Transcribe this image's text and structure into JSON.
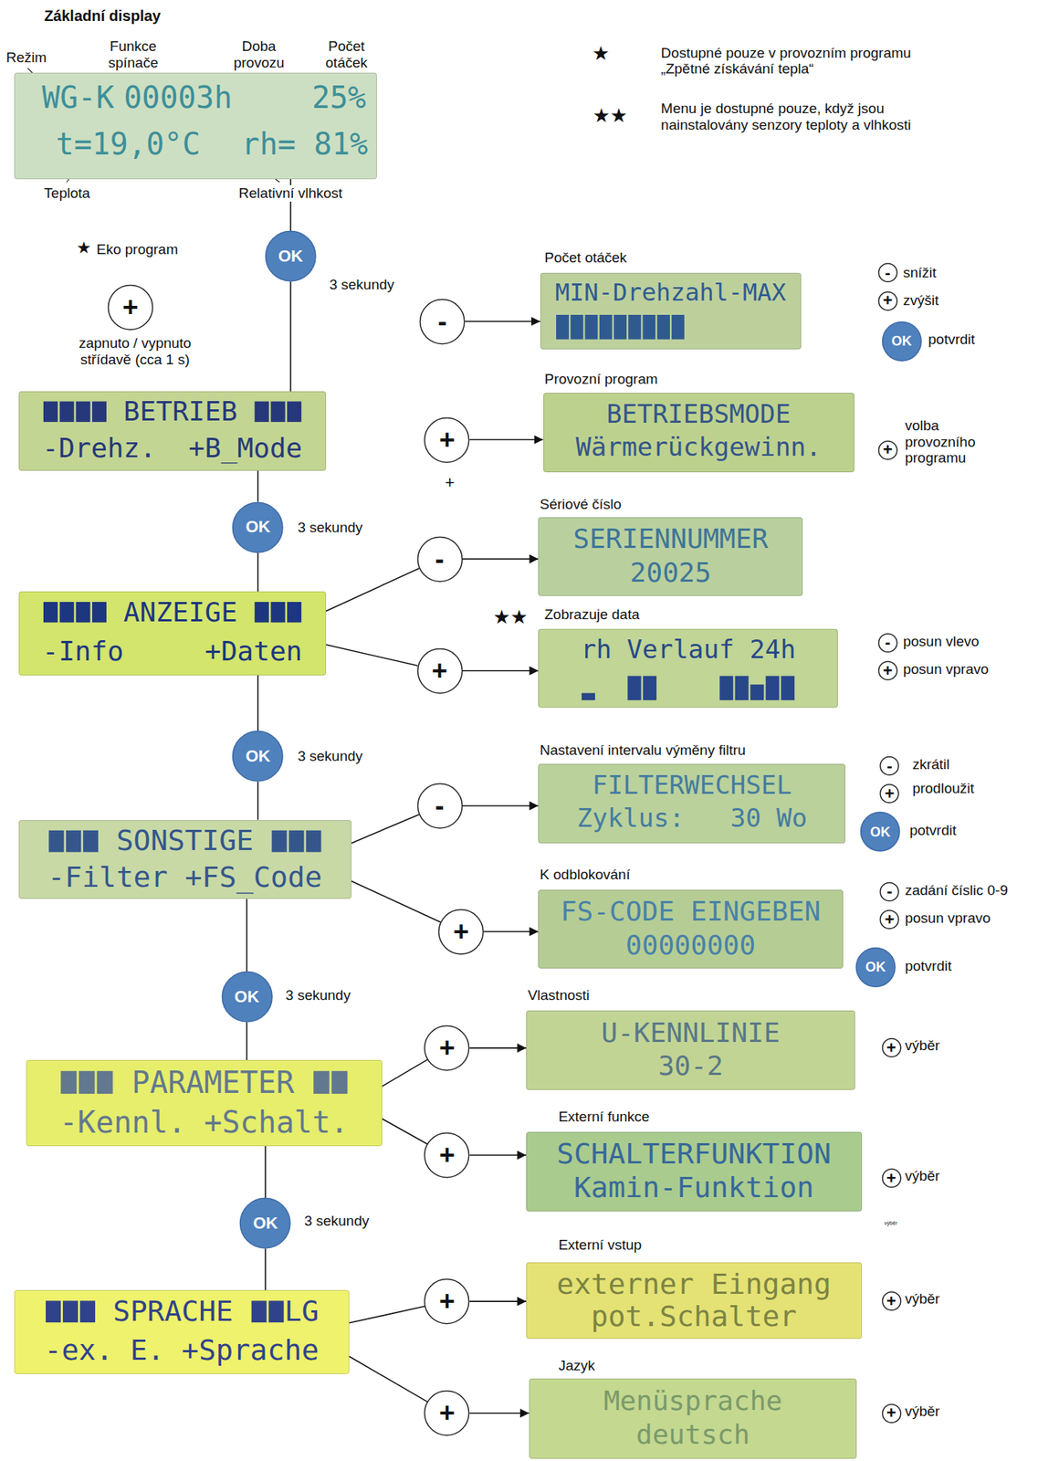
{
  "diagram": {
    "title": "Základní display",
    "nodes": [
      {
        "text": [
          "WG-K",
          "00003h",
          "25%",
          "t=19,0°C",
          "rh= 81%"
        ]
      },
      {
        "text": [
          "OK"
        ]
      },
      {
        "text": [
          "+"
        ]
      },
      {
        "text": [
          "-"
        ]
      },
      {
        "text": [
          "MIN-Drehzahl-MAX"
        ]
      },
      {
        "text": [
          "-"
        ]
      },
      {
        "text": [
          "+"
        ]
      },
      {
        "text": [
          "OK"
        ]
      },
      {
        "text": [
          "BETRIEB",
          "-Drehz.",
          "+B_Mode"
        ]
      },
      {
        "text": [
          "+"
        ]
      },
      {
        "text": [
          "BETRIEBSMODE",
          "Wärmerückgewinn."
        ]
      },
      {
        "text": [
          "+"
        ]
      },
      {
        "text": [
          "OK"
        ]
      },
      {
        "text": [
          "-"
        ]
      },
      {
        "text": [
          "SERIENNUMMER",
          "20025"
        ]
      },
      {
        "text": [
          "ANZEIGE",
          "-Info",
          "+Daten"
        ]
      },
      {
        "text": [
          "+"
        ]
      },
      {
        "text": [
          "rh Verlauf 24h"
        ]
      },
      {
        "text": [
          "-"
        ]
      },
      {
        "text": [
          "+"
        ]
      },
      {
        "text": [
          "OK"
        ]
      },
      {
        "text": [
          "-"
        ]
      },
      {
        "text": [
          "FILTERWECHSEL",
          "Zyklus:   30 Wo"
        ]
      },
      {
        "text": [
          "-"
        ]
      },
      {
        "text": [
          "+"
        ]
      },
      {
        "text": [
          "OK"
        ]
      },
      {
        "text": [
          "SONSTIGE",
          "-Filter",
          "+FS_Code"
        ]
      },
      {
        "text": [
          "+"
        ]
      },
      {
        "text": [
          "FS-CODE EINGEBEN",
          "00000000"
        ]
      },
      {
        "text": [
          "-"
        ]
      },
      {
        "text": [
          "+"
        ]
      },
      {
        "text": [
          "OK"
        ]
      },
      {
        "text": [
          "OK"
        ]
      },
      {
        "text": [
          "+"
        ]
      },
      {
        "text": [
          "U-KENNLINIE",
          "30-2"
        ]
      },
      {
        "text": [
          "+"
        ]
      },
      {
        "text": [
          "PARAMETER",
          "-Kennl.",
          "+Schalt."
        ]
      },
      {
        "text": [
          "+"
        ]
      },
      {
        "text": [
          "SCHALTERFUNKTION",
          "Kamin-Funktion"
        ]
      },
      {
        "text": [
          "+"
        ]
      },
      {
        "text": [
          "OK"
        ]
      },
      {
        "text": [
          "+"
        ]
      },
      {
        "text": [
          "externer Eingang",
          "pot.Schalter"
        ]
      },
      {
        "text": [
          "+"
        ]
      },
      {
        "text": [
          "SPRACHE",
          "LG",
          "-ex. E.",
          "+Sprache"
        ]
      },
      {
        "text": [
          "+"
        ]
      },
      {
        "text": [
          "Menüsprache",
          "deutsch"
        ]
      },
      {
        "text": [
          "+"
        ]
      }
    ],
    "edges": [
      {
        "from": 0,
        "to": 1,
        "arrow": "none"
      },
      {
        "from": 1,
        "to": 8,
        "arrow": "none"
      },
      {
        "from": 3,
        "to": 4,
        "arrow": "to"
      },
      {
        "from": 9,
        "to": 10,
        "arrow": "to"
      },
      {
        "from": 8,
        "to": 12,
        "arrow": "none"
      },
      {
        "from": 12,
        "to": 15,
        "arrow": "none"
      },
      {
        "from": 15,
        "to": 13,
        "arrow": "none"
      },
      {
        "from": 13,
        "to": 14,
        "arrow": "to"
      },
      {
        "from": 15,
        "to": 16,
        "arrow": "none"
      },
      {
        "from": 16,
        "to": 17,
        "arrow": "to"
      },
      {
        "from": 15,
        "to": 20,
        "arrow": "none"
      },
      {
        "from": 20,
        "to": 26,
        "arrow": "none"
      },
      {
        "from": 26,
        "to": 21,
        "arrow": "none"
      },
      {
        "from": 21,
        "to": 22,
        "arrow": "to"
      },
      {
        "from": 26,
        "to": 27,
        "arrow": "none"
      },
      {
        "from": 27,
        "to": 28,
        "arrow": "to"
      },
      {
        "from": 26,
        "to": 32,
        "arrow": "none"
      },
      {
        "from": 32,
        "to": 36,
        "arrow": "none"
      },
      {
        "from": 36,
        "to": 33,
        "arrow": "none"
      },
      {
        "from": 33,
        "to": 34,
        "arrow": "to"
      },
      {
        "from": 36,
        "to": 37,
        "arrow": "none"
      },
      {
        "from": 37,
        "to": 38,
        "arrow": "to"
      },
      {
        "from": 36,
        "to": 40,
        "arrow": "none"
      },
      {
        "from": 40,
        "to": 44,
        "arrow": "none"
      },
      {
        "from": 44,
        "to": 41,
        "arrow": "none"
      },
      {
        "from": 41,
        "to": 42,
        "arrow": "to"
      },
      {
        "from": 44,
        "to": 45,
        "arrow": "none"
      },
      {
        "from": 45,
        "to": 46,
        "arrow": "to"
      }
    ],
    "labels": [
      "Režim",
      "Funkce spínače",
      "Doba provozu",
      "Počet otáček",
      "Teplota",
      "Relativní vlhkost",
      "★",
      "Dostupné pouze v provozním programu „Zpětné získávání tepla“",
      "★★",
      "Menu je dostupné pouze, když jsou nainstalovány senzory teploty a vlhkosti",
      "★",
      "Eko program",
      "zapnuto / vypnuto střídavě (cca 1 s)",
      "3 sekundy",
      "Počet otáček",
      "snížit",
      "zvýšit",
      "potvrdit",
      "Provozní program",
      "+",
      "volba provozního programu",
      "3 sekundy",
      "Sériové číslo",
      "★★",
      "Zobrazuje data",
      "posun vlevo",
      "posun vpravo",
      "3 sekundy",
      "Nastavení intervalu výměny filtru",
      "zkrátil",
      "prodloužit",
      "potvrdit",
      "K odblokování",
      "zadání číslic 0-9",
      "posun vpravo",
      "potvrdit",
      "3 sekundy",
      "Vlastnosti",
      "výběr",
      "Externí funkce",
      "výběr",
      "výběr",
      "3 sekundy",
      "Externí vstup",
      "výběr",
      "Jazyk",
      "výběr"
    ]
  }
}
